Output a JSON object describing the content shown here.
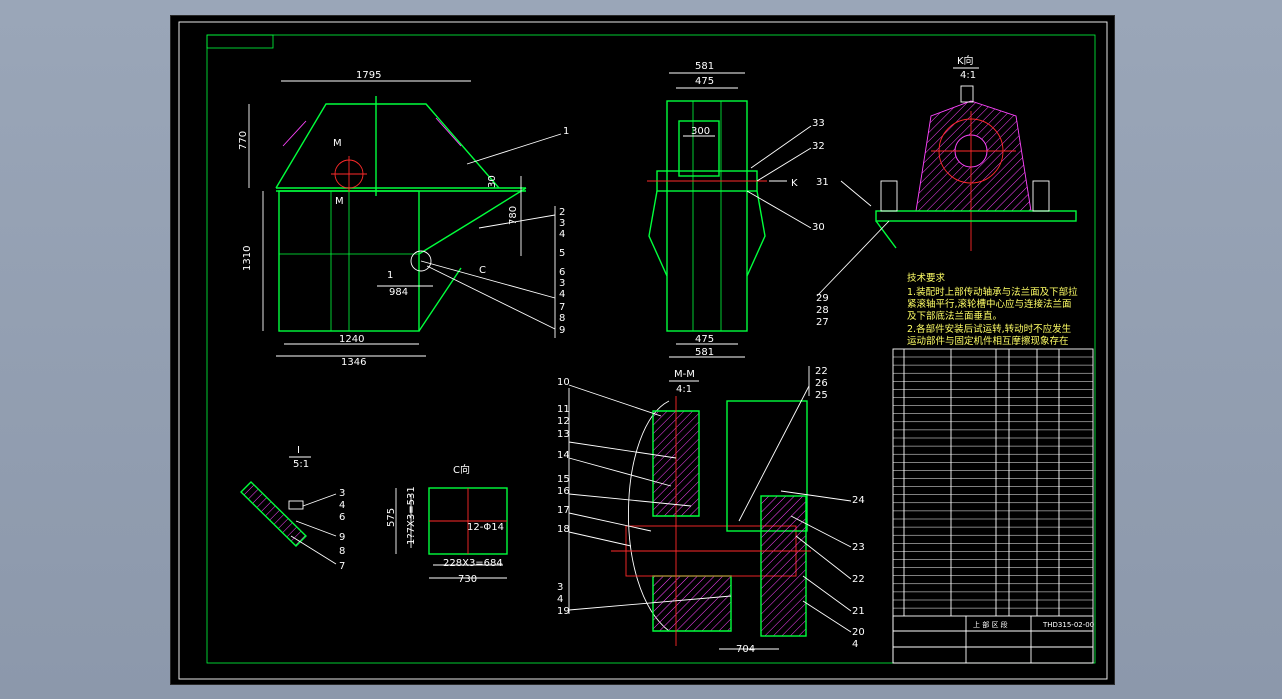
{
  "views": {
    "front": {
      "dims": {
        "top": "1795",
        "left_height": "770",
        "total_height": "1310",
        "mid_small": "30",
        "mid_right": "780",
        "small": "984",
        "bottom_inner": "1240",
        "bottom_outer": "1346"
      },
      "labels": {
        "m_top": "M",
        "m_bottom": "M",
        "detail": "1",
        "c": "C",
        "callout_1": "1"
      },
      "callouts": [
        "2",
        "3",
        "4",
        "5",
        "6",
        "3",
        "4",
        "7",
        "8",
        "9"
      ]
    },
    "side": {
      "dims": {
        "top_outer": "581",
        "top_inner": "475",
        "mid": "300",
        "bottom_inner": "475",
        "bottom_outer": "581"
      },
      "callouts": [
        "33",
        "32",
        "30"
      ],
      "k_label": "K"
    },
    "k_view": {
      "title": "K向",
      "scale": "4:1",
      "callouts": [
        "31",
        "29",
        "28",
        "27"
      ]
    },
    "detail_i": {
      "title": "I",
      "scale": "5:1",
      "callouts": [
        "3",
        "4",
        "6",
        "9",
        "8",
        "7"
      ]
    },
    "c_view": {
      "title": "C向",
      "dims": {
        "height": "575",
        "vertical": "1?7X3=531",
        "holes": "12-Φ14",
        "horizontal": "228X3=684",
        "width": "730"
      }
    },
    "section_mm": {
      "title": "M-M",
      "scale": "4:1",
      "left_callouts": [
        "10",
        "11",
        "12",
        "13",
        "14",
        "15",
        "16",
        "17",
        "18",
        "3",
        "4",
        "19"
      ],
      "right_callouts": [
        "22",
        "26",
        "25",
        "24",
        "23",
        "22",
        "21",
        "20",
        "4"
      ],
      "dim_bottom": "704"
    }
  },
  "notes": {
    "heading": "技术要求",
    "lines": [
      "1.装配时上部传动轴承与法兰面及下部拉",
      "紧滚轴平行,滚轮槽中心应与连接法兰面",
      "及下部底法兰面垂直。",
      "2.各部件安装后试运转,转动时不应发生",
      "运动部件与固定机件相互摩擦现象存在"
    ]
  },
  "title_block": {
    "drawing_no": "THD315-02-00",
    "name": "上 部 区 段"
  }
}
